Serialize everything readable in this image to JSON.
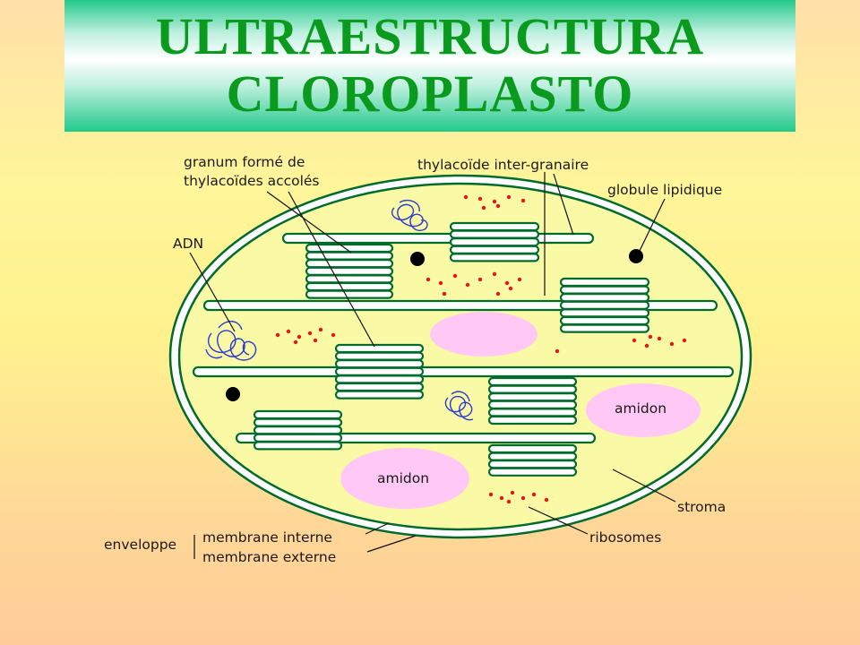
{
  "title": {
    "line1": "ULTRAESTRUCTURA",
    "line2": "CLOROPLASTO"
  },
  "colors": {
    "title_text": "#0a9a1e",
    "membrane": "#006b2c",
    "stroma": "#fafaa6",
    "starch": "#ffc8f5",
    "ribosome": "#e01818",
    "dna": "#2a3ad0"
  },
  "labels": {
    "granum_line1": "granum formé de",
    "granum_line2": "thylacoïdes accolés",
    "inter_granal": "thylacoïde inter-granaire",
    "lipid_globule": "globule lipidique",
    "dna": "ADN",
    "starch_right": "amidon",
    "starch_bottom": "amidon",
    "stroma": "stroma",
    "ribosomes": "ribosomes",
    "envelope": "enveloppe",
    "inner_membrane": "membrane interne",
    "outer_membrane": "membrane externe"
  }
}
